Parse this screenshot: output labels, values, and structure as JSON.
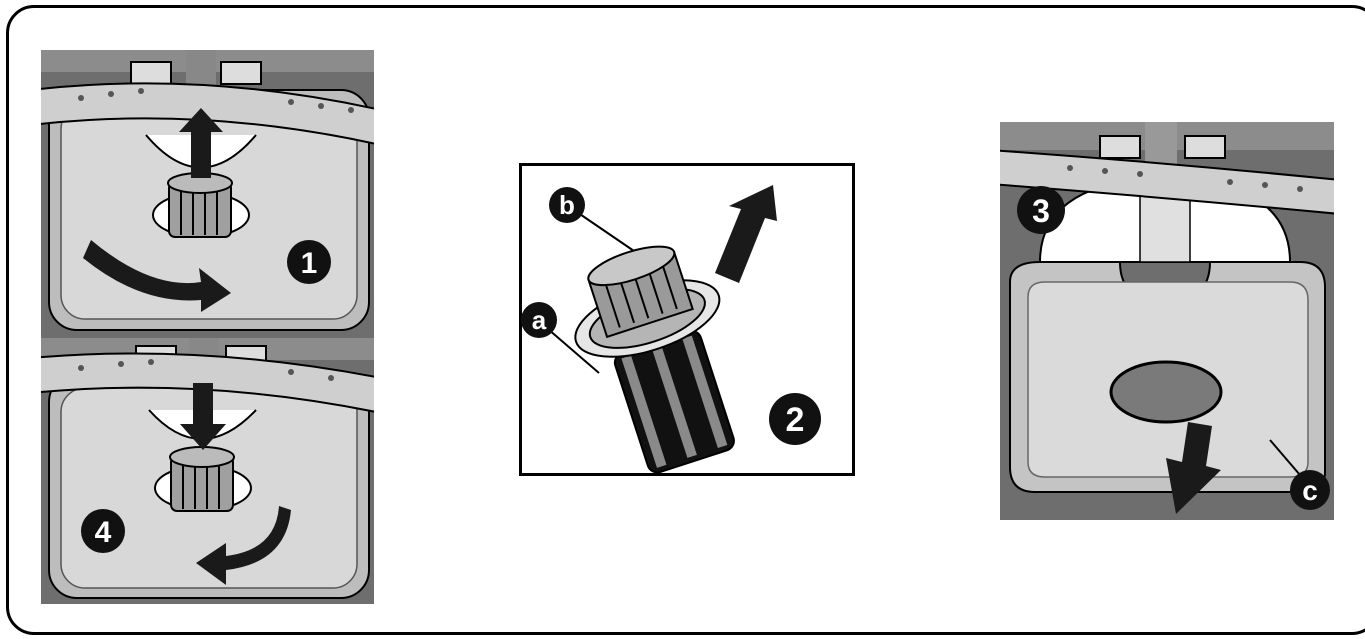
{
  "figure": {
    "labels": {
      "step1": "1",
      "step2": "2",
      "step3": "3",
      "step4": "4",
      "part_a": "a",
      "part_b": "b",
      "part_c": "c"
    },
    "colors": {
      "outline": "#000000",
      "panel_dark": "#6e6e6e",
      "panel_mid": "#a9a9a9",
      "panel_light": "#d4d4d4",
      "filter_grey": "#8a8a8a",
      "arrow": "#1a1a1a",
      "badge": "#111111"
    },
    "icons": [
      "arrow-up-icon",
      "arrow-down-icon",
      "curved-arrow-icon",
      "filter-icon"
    ]
  }
}
